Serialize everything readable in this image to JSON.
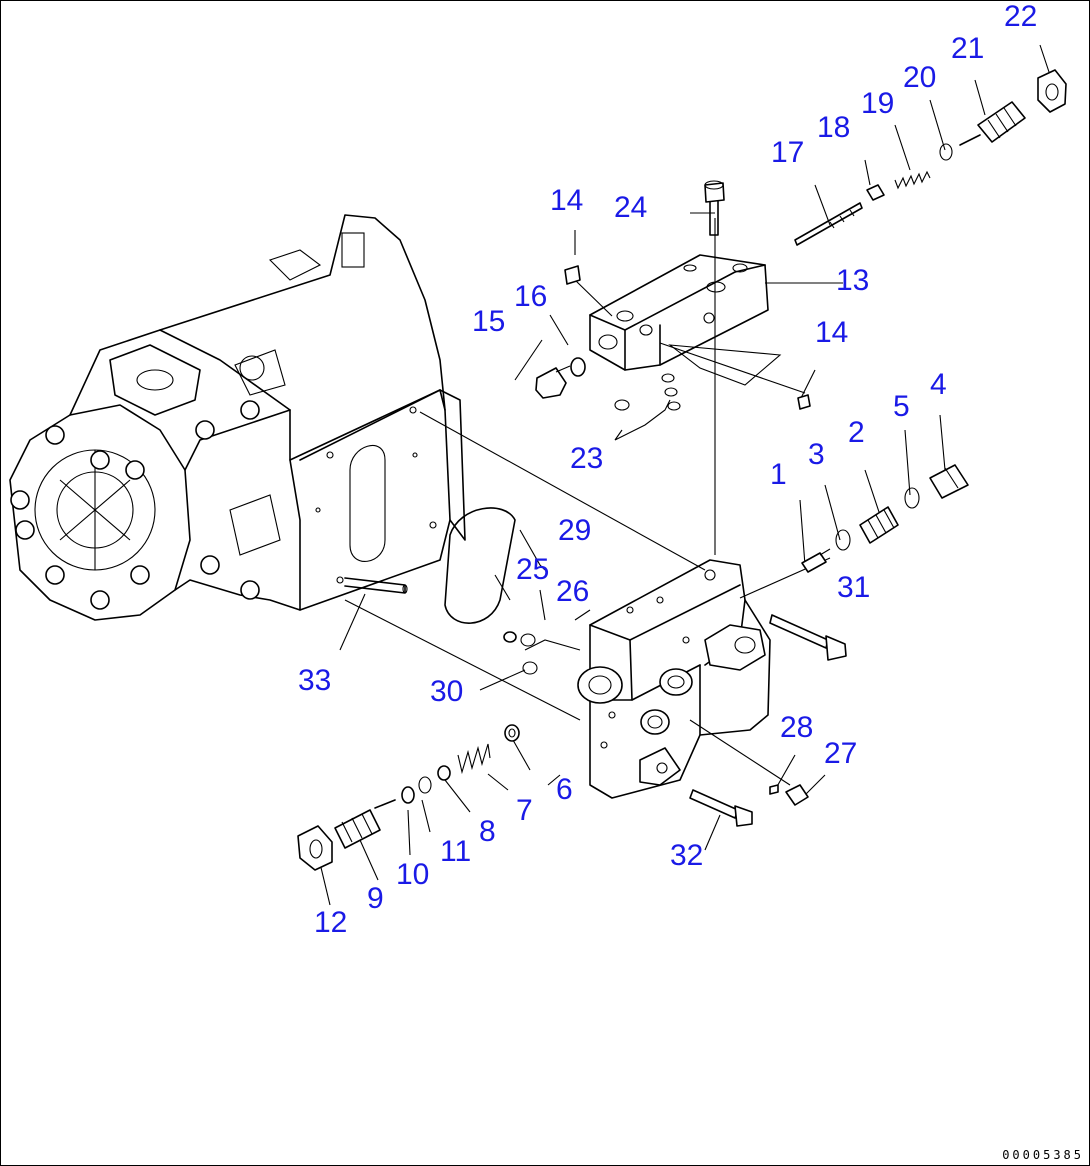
{
  "drawing": {
    "code": "00005385",
    "label_color": "#1a1ae6",
    "line_color": "#000000",
    "background": "#ffffff"
  },
  "callouts": [
    {
      "id": "1",
      "text": "1"
    },
    {
      "id": "2",
      "text": "2"
    },
    {
      "id": "3",
      "text": "3"
    },
    {
      "id": "4",
      "text": "4"
    },
    {
      "id": "5",
      "text": "5"
    },
    {
      "id": "6",
      "text": "6"
    },
    {
      "id": "7",
      "text": "7"
    },
    {
      "id": "8",
      "text": "8"
    },
    {
      "id": "9",
      "text": "9"
    },
    {
      "id": "10",
      "text": "10"
    },
    {
      "id": "11",
      "text": "11"
    },
    {
      "id": "12",
      "text": "12"
    },
    {
      "id": "13",
      "text": "13"
    },
    {
      "id": "14a",
      "text": "14"
    },
    {
      "id": "14b",
      "text": "14"
    },
    {
      "id": "15",
      "text": "15"
    },
    {
      "id": "16",
      "text": "16"
    },
    {
      "id": "17",
      "text": "17"
    },
    {
      "id": "18",
      "text": "18"
    },
    {
      "id": "19",
      "text": "19"
    },
    {
      "id": "20",
      "text": "20"
    },
    {
      "id": "21",
      "text": "21"
    },
    {
      "id": "22",
      "text": "22"
    },
    {
      "id": "23",
      "text": "23"
    },
    {
      "id": "24",
      "text": "24"
    },
    {
      "id": "25",
      "text": "25"
    },
    {
      "id": "26",
      "text": "26"
    },
    {
      "id": "27",
      "text": "27"
    },
    {
      "id": "28",
      "text": "28"
    },
    {
      "id": "29",
      "text": "29"
    },
    {
      "id": "30",
      "text": "30"
    },
    {
      "id": "31",
      "text": "31"
    },
    {
      "id": "32",
      "text": "32"
    },
    {
      "id": "33",
      "text": "33"
    }
  ]
}
